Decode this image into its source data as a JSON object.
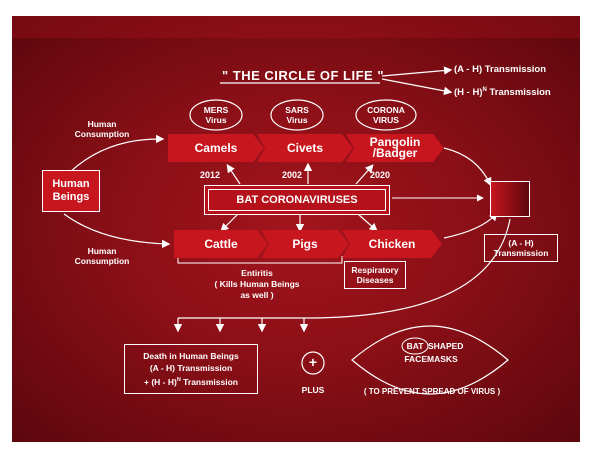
{
  "title": "\" THE CIRCLE OF LIFE \"",
  "legend": {
    "ah": "(A - H) Transmission",
    "hh": "(H - H)",
    "hh_sup": "N",
    "hh_rest": " Transmission"
  },
  "viruses": {
    "mers": [
      "MERS",
      "Virus"
    ],
    "sars": [
      "SARS",
      "Virus"
    ],
    "corona": [
      "CORONA",
      "VIRUS"
    ]
  },
  "top_chain": [
    "Camels",
    "Civets",
    "Pangolin",
    "/Badger"
  ],
  "years": [
    "2012",
    "2002",
    "2020"
  ],
  "center": "BAT CORONAVIRUSES",
  "human_beings": [
    "Human",
    "Beings"
  ],
  "human_consumption": [
    "Human",
    "Consumption"
  ],
  "bottom_chain": [
    "Cattle",
    "Pigs",
    "Chicken"
  ],
  "entiritis": [
    "Entiritis",
    "( Kills Human Beings",
    "as well )"
  ],
  "respiratory": [
    "Respiratory",
    "Diseases"
  ],
  "right_box_label": [
    "(A - H)",
    "Transmission"
  ],
  "death": [
    "Death in Human Beings",
    "(A - H) Transmission",
    "+ (H - H)",
    "N",
    " Transmission"
  ],
  "plus_symbol": "+",
  "plus_label": "PLUS",
  "mask": [
    "BAT",
    "SHAPED",
    "FACEMASKS"
  ],
  "mask_note": "( TO PREVENT SPREAD OF VIRUS )",
  "colors": {
    "background": "#8a0f17",
    "chevron": "#c8161f",
    "text": "#ffffff"
  }
}
